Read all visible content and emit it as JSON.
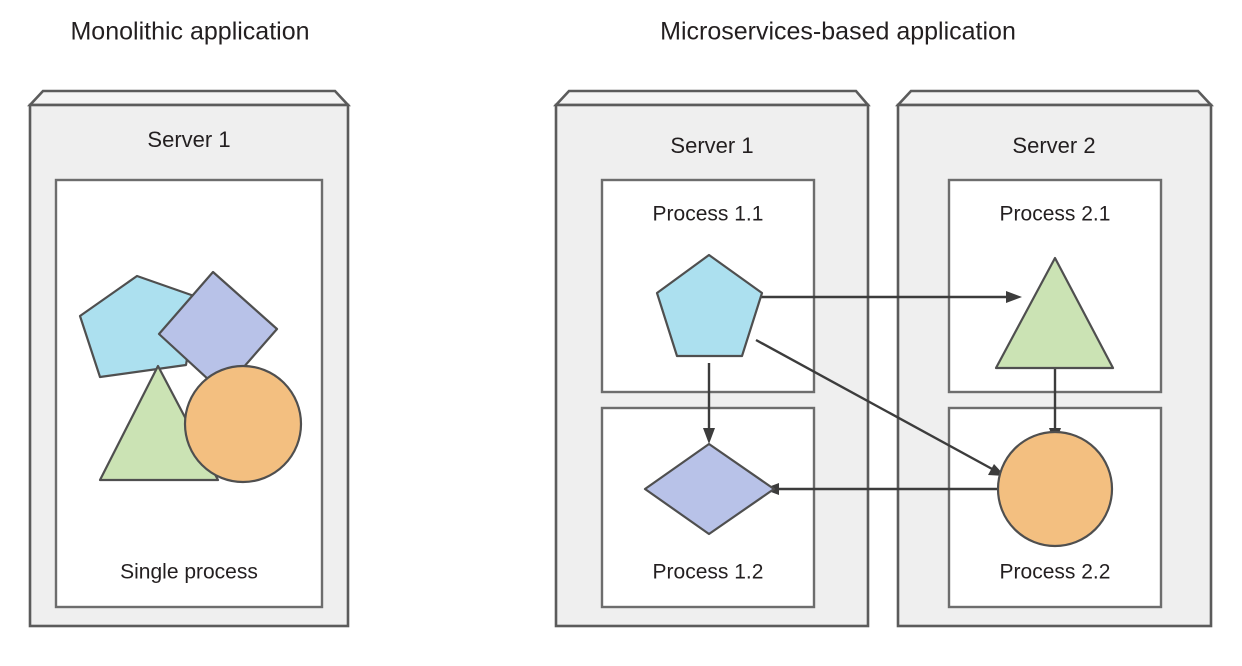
{
  "figure": {
    "type": "diagram",
    "subtype": "architecture-comparison",
    "panels": [
      {
        "id": "monolithic",
        "title": "Monolithic application",
        "servers": [
          {
            "id": "mono-server-1",
            "label": "Server 1",
            "processes": [
              {
                "id": "mono-single-process",
                "label": "Single process",
                "shapes": [
                  {
                    "id": "pentagon",
                    "kind": "pentagon",
                    "color": "#ace0ef"
                  },
                  {
                    "id": "diamond",
                    "kind": "diamond",
                    "color": "#b8c2e8"
                  },
                  {
                    "id": "triangle",
                    "kind": "triangle",
                    "color": "#cbe3b4"
                  },
                  {
                    "id": "circle",
                    "kind": "circle",
                    "color": "#f3bf80"
                  }
                ]
              }
            ]
          }
        ]
      },
      {
        "id": "microservices",
        "title": "Microservices-based application",
        "servers": [
          {
            "id": "micro-server-1",
            "label": "Server 1",
            "processes": [
              {
                "id": "process-1-1",
                "label": "Process 1.1",
                "shape": {
                  "kind": "pentagon",
                  "color": "#ace0ef"
                }
              },
              {
                "id": "process-1-2",
                "label": "Process 1.2",
                "shape": {
                  "kind": "diamond",
                  "color": "#b8c2e8"
                }
              }
            ]
          },
          {
            "id": "micro-server-2",
            "label": "Server 2",
            "processes": [
              {
                "id": "process-2-1",
                "label": "Process 2.1",
                "shape": {
                  "kind": "triangle",
                  "color": "#cbe3b4"
                }
              },
              {
                "id": "process-2-2",
                "label": "Process 2.2",
                "shape": {
                  "kind": "circle",
                  "color": "#f3bf80"
                }
              }
            ]
          }
        ],
        "connections": [
          {
            "id": "conn-p11-to-p21",
            "from": "process-1-1",
            "to": "process-2-1",
            "style": "horizontal-right"
          },
          {
            "id": "conn-p11-to-p12",
            "from": "process-1-1",
            "to": "process-1-2",
            "style": "vertical-down"
          },
          {
            "id": "conn-p11-to-p22",
            "from": "process-1-1",
            "to": "process-2-2",
            "style": "diagonal-down-right"
          },
          {
            "id": "conn-p21-to-p22",
            "from": "process-2-1",
            "to": "process-2-2",
            "style": "vertical-down"
          },
          {
            "id": "conn-p22-to-p12",
            "from": "process-2-2",
            "to": "process-1-2",
            "style": "horizontal-left"
          }
        ]
      }
    ],
    "palette": {
      "shape_blue": "#ace0ef",
      "shape_purple": "#b8c2e8",
      "shape_green": "#cbe3b4",
      "shape_orange": "#f3bf80",
      "server_fill": "#efefef",
      "server_stroke": "#5b5b5b",
      "process_fill": "#ffffff",
      "process_stroke": "#6d6d6d",
      "connector": "#3c3c3c",
      "text": "#231f20",
      "background": "#ffffff"
    }
  }
}
